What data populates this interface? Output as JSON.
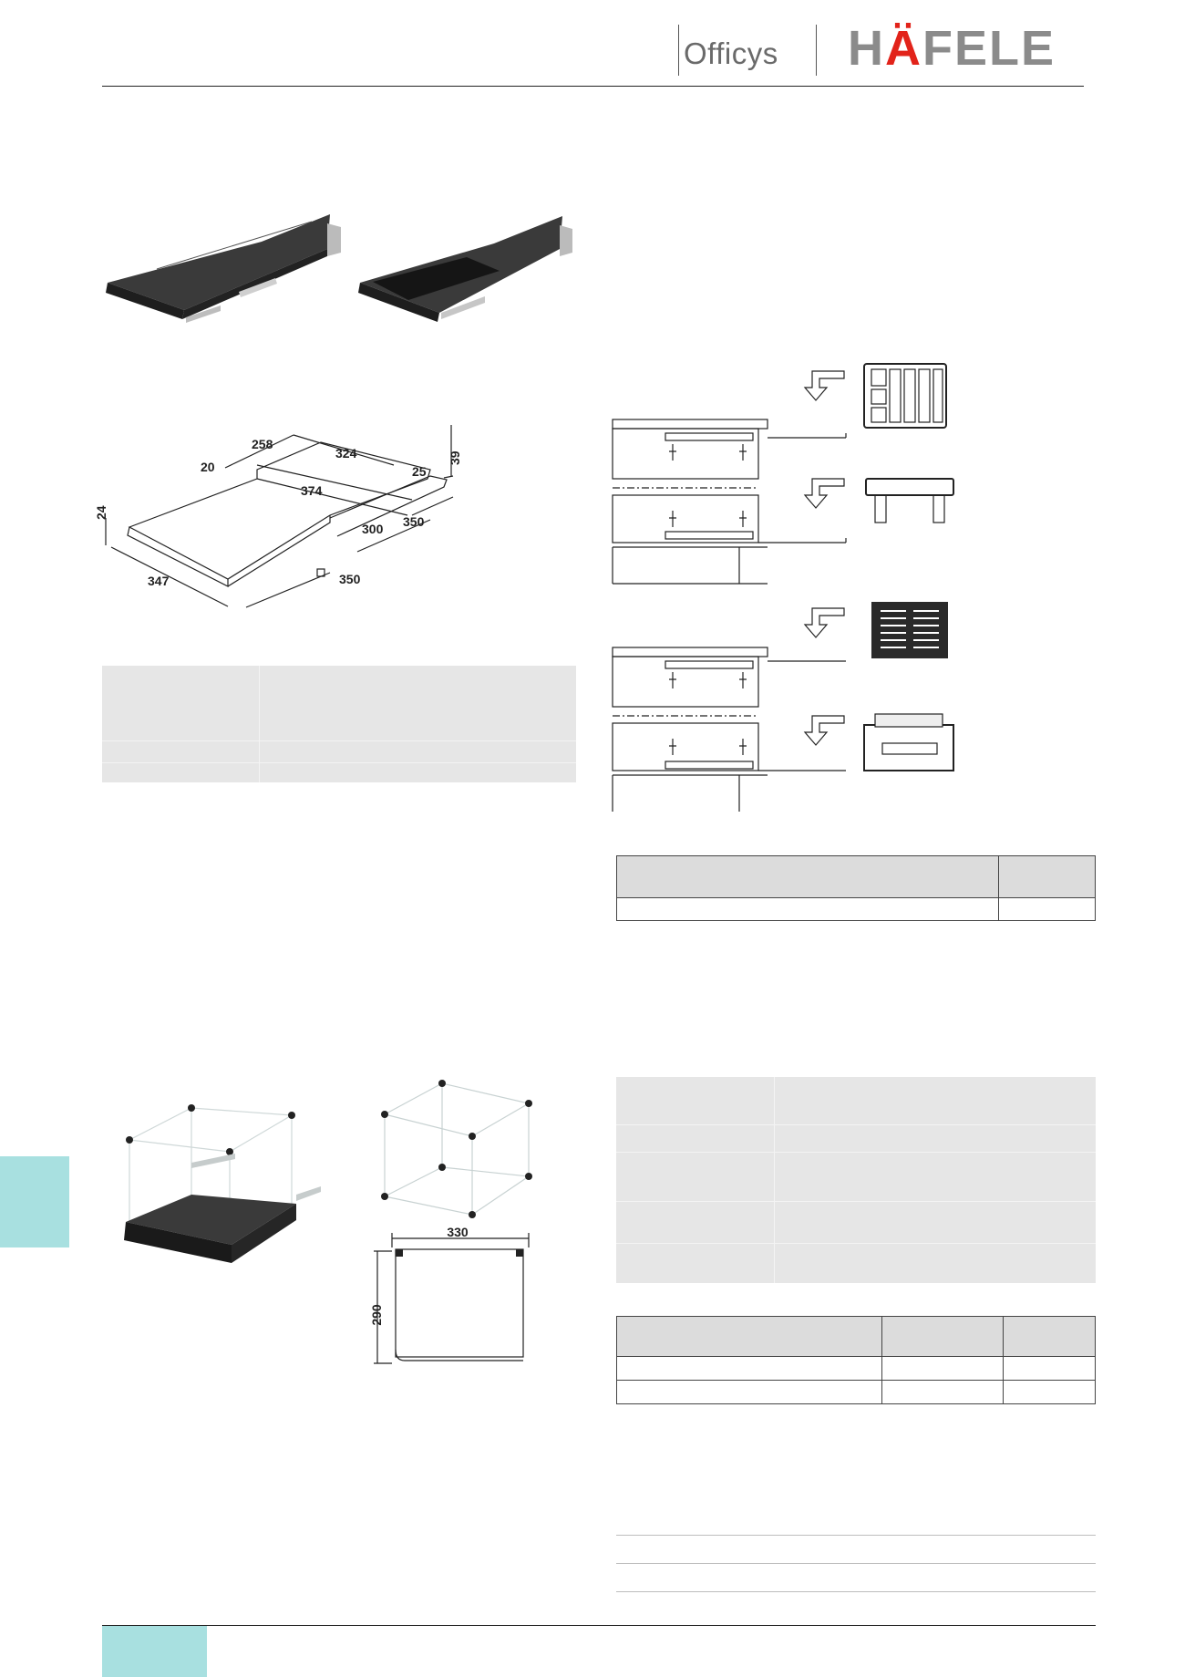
{
  "header": {
    "product_line": "Officys",
    "brand_before": "H",
    "brand_accent": "Ä",
    "brand_after": "FELE",
    "brand_color": "#8b8b8b",
    "accent_color": "#e2231a"
  },
  "drawing_1_dimensions": {
    "width_top": "258",
    "depth_top": "324",
    "offset_left": "20",
    "offset_right": "25",
    "inner_width": "374",
    "height_right": "39",
    "height_left": "24",
    "rail_a": "300",
    "rail_b": "350",
    "front_width": "347",
    "front_depth": "350"
  },
  "drawing_2_dimensions": {
    "width": "330",
    "height": "290"
  },
  "colors": {
    "tab_teal": "#a8e0e0",
    "panel_grey": "#e6e6e6",
    "table_header_grey": "#dcdcdc",
    "tray_black": "#2a2a2a"
  }
}
